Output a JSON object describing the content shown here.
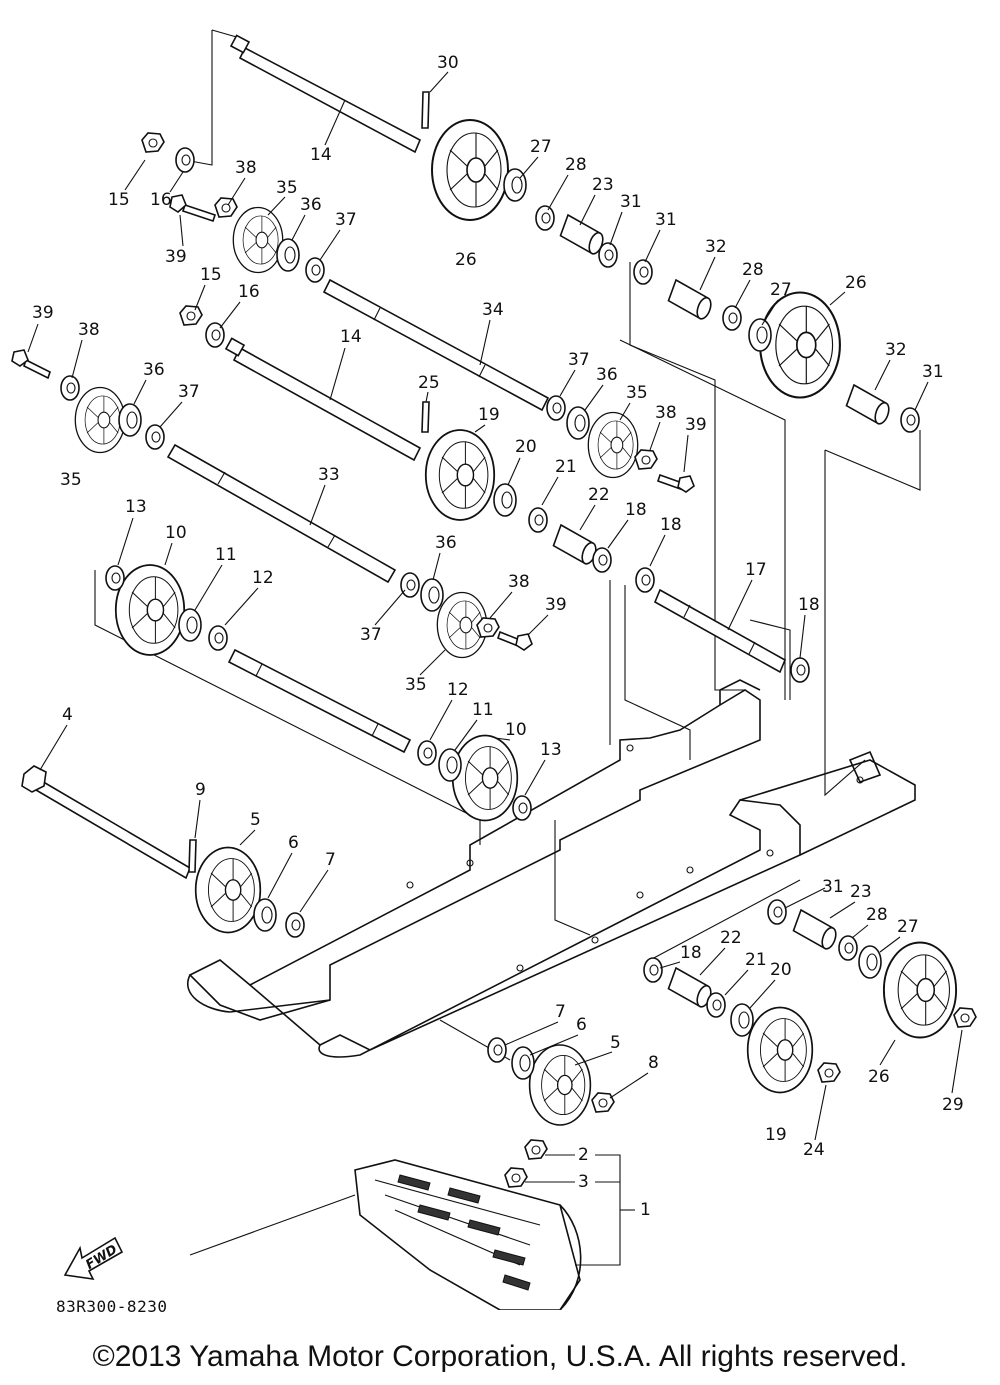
{
  "diagram": {
    "code": "83R300-8230",
    "fwd_label": "FWD",
    "callouts": {
      "c1": "1",
      "c2": "2",
      "c3": "3",
      "c4": "4",
      "c5a": "5",
      "c5b": "5",
      "c6a": "6",
      "c6b": "6",
      "c7a": "7",
      "c7b": "7",
      "c8": "8",
      "c9": "9",
      "c10a": "10",
      "c10b": "10",
      "c11a": "11",
      "c11b": "11",
      "c12a": "12",
      "c12b": "12",
      "c13a": "13",
      "c13b": "13",
      "c14a": "14",
      "c14b": "14",
      "c15a": "15",
      "c15b": "15",
      "c16a": "16",
      "c16b": "16",
      "c17": "17",
      "c18a": "18",
      "c18b": "18",
      "c18c": "18",
      "c18d": "18",
      "c19a": "19",
      "c19b": "19",
      "c20a": "20",
      "c20b": "20",
      "c21a": "21",
      "c21b": "21",
      "c22a": "22",
      "c22b": "22",
      "c23a": "23",
      "c23b": "23",
      "c24": "24",
      "c25": "25",
      "c26a": "26",
      "c26b": "26",
      "c26c": "26",
      "c27a": "27",
      "c27b": "27",
      "c27c": "27",
      "c28a": "28",
      "c28b": "28",
      "c28c": "28",
      "c29": "29",
      "c30": "30",
      "c31a": "31",
      "c31b": "31",
      "c31c": "31",
      "c31d": "31",
      "c32a": "32",
      "c32b": "32",
      "c33": "33",
      "c34": "34",
      "c35a": "35",
      "c35b": "35",
      "c35c": "35",
      "c35d": "35",
      "c36a": "36",
      "c36b": "36",
      "c36c": "36",
      "c36d": "36",
      "c37a": "37",
      "c37b": "37",
      "c37c": "37",
      "c37d": "37",
      "c38a": "38",
      "c38b": "38",
      "c38c": "38",
      "c38d": "38",
      "c39a": "39",
      "c39b": "39",
      "c39c": "39",
      "c39d": "39"
    }
  },
  "footer": {
    "copyright": "©2013 Yamaha Motor Corporation, U.S.A. All rights reserved."
  }
}
